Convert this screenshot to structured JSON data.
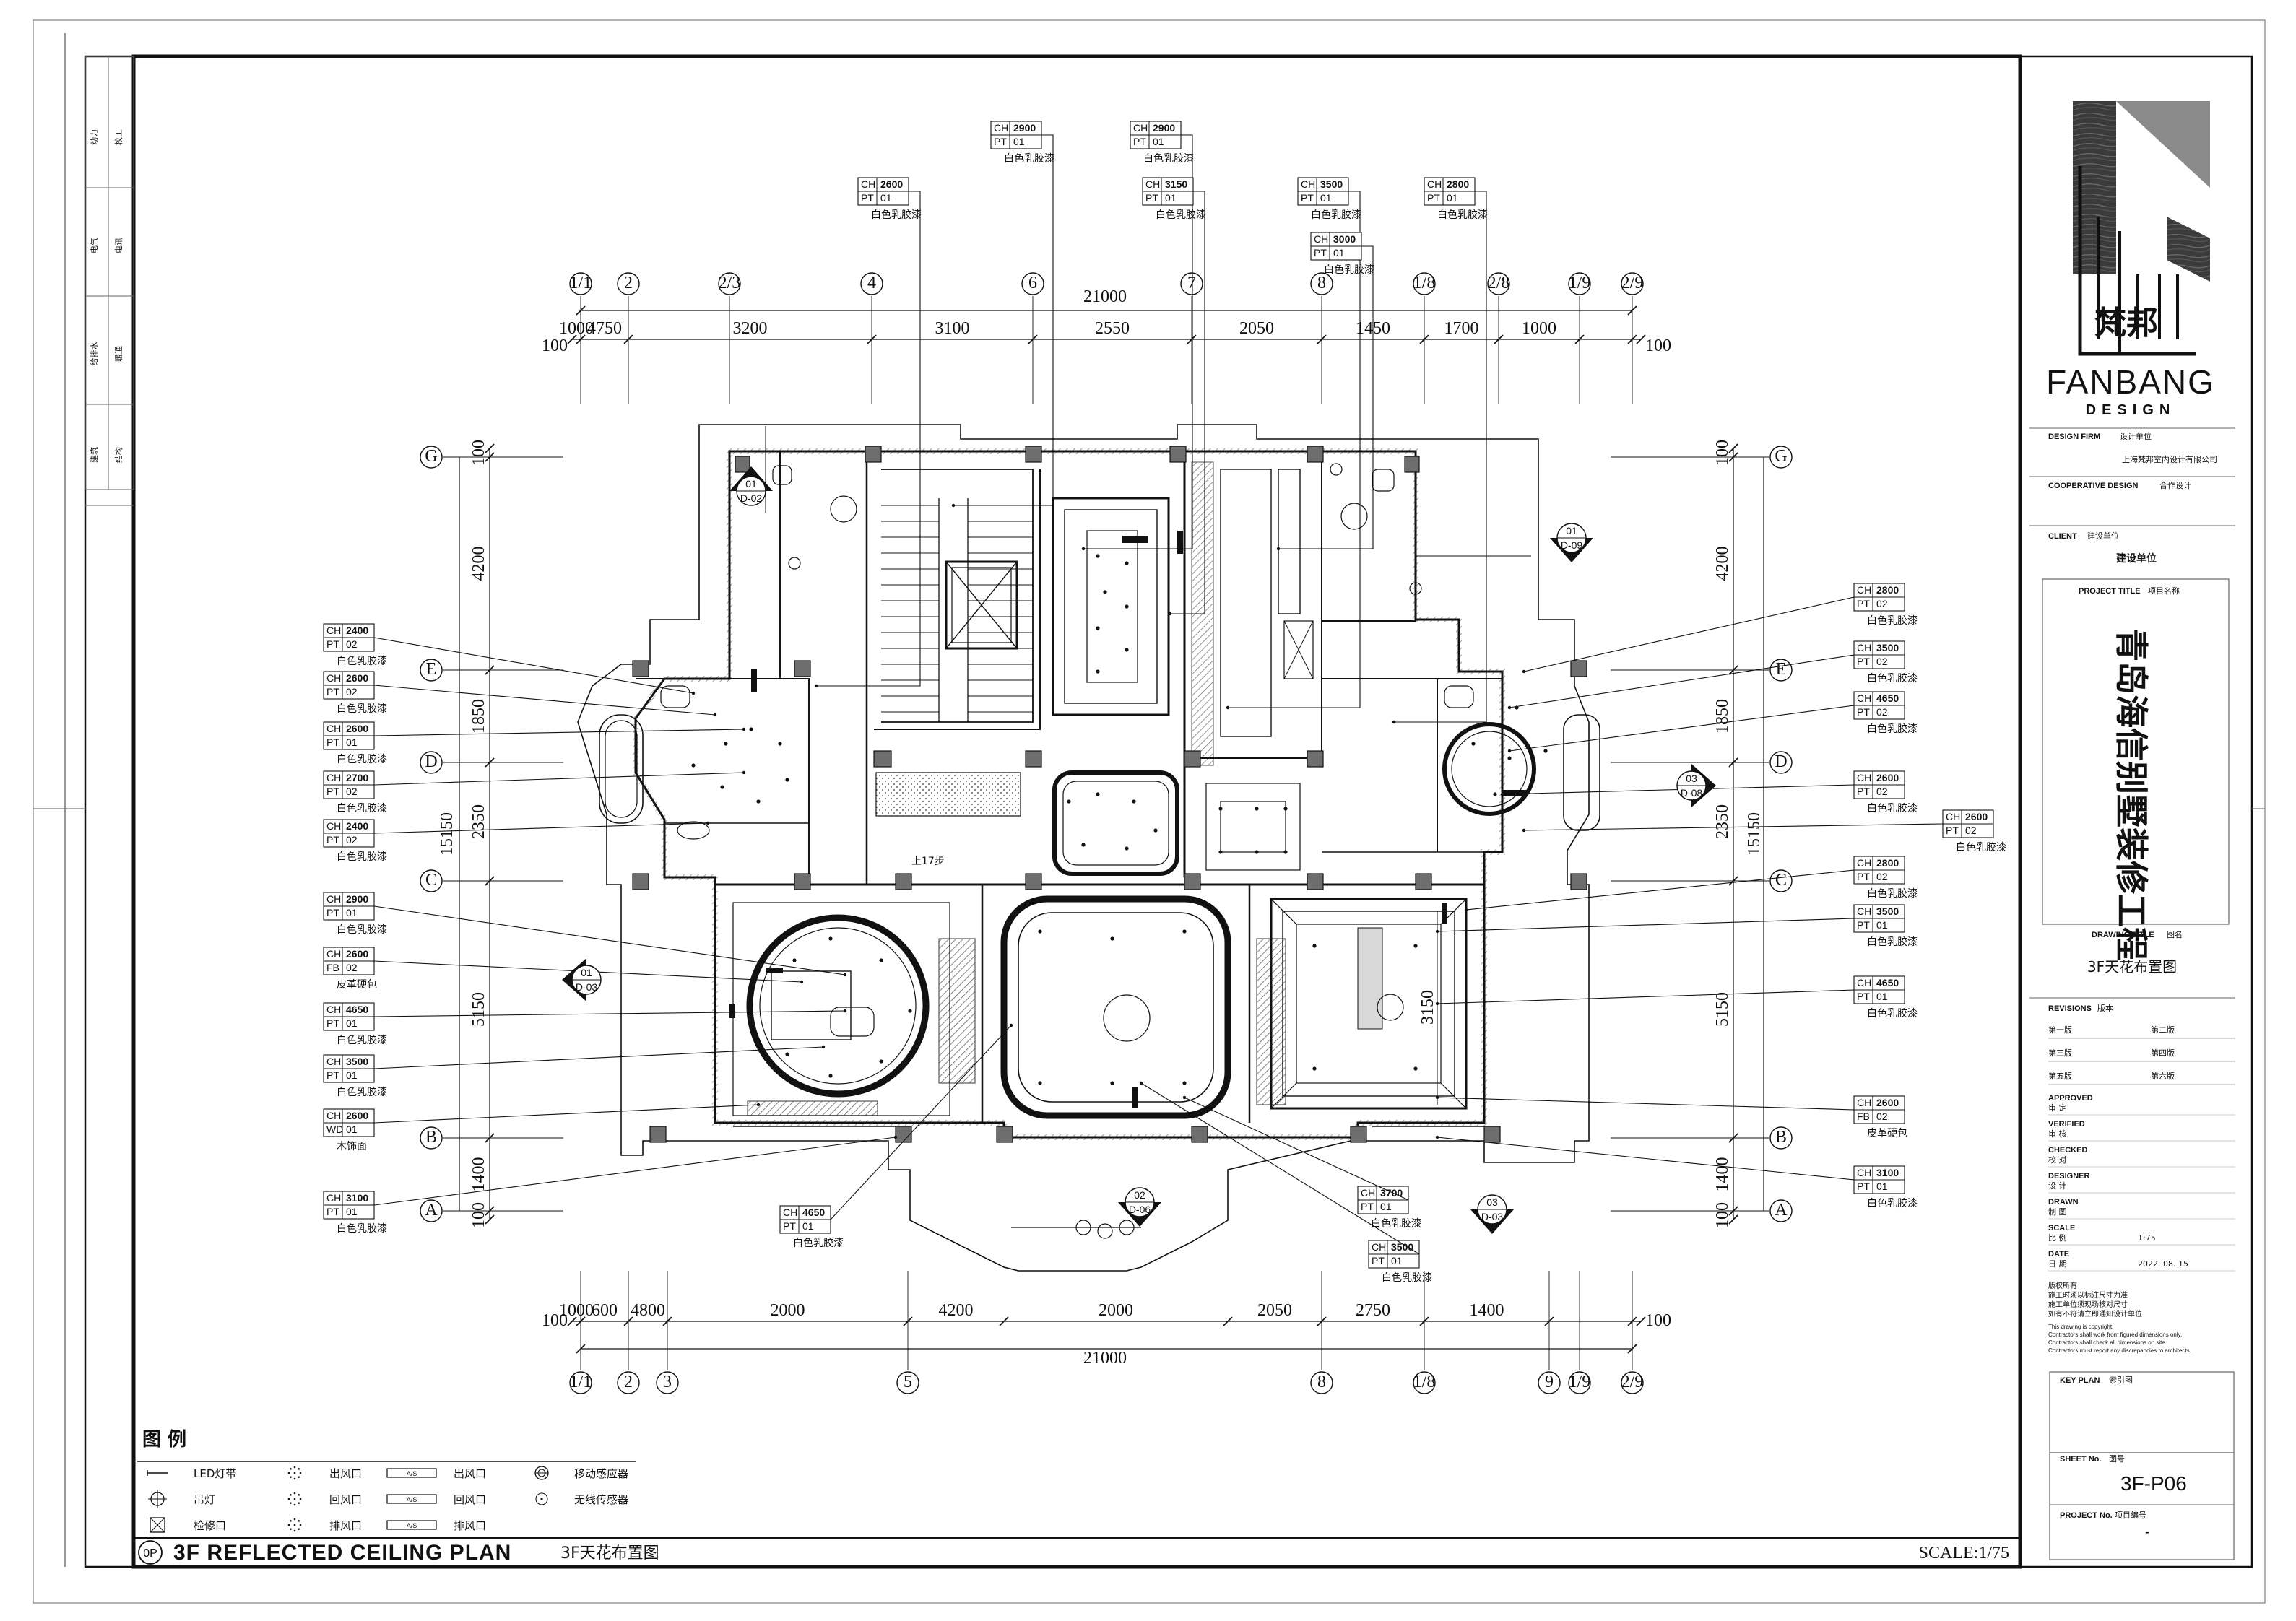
{
  "sheet": {
    "plan_title": "3F REFLECTED CEILING PLAN",
    "plan_title_cn": "3F天花布置图",
    "plan_badge": "0P",
    "scale": "SCALE:1/75"
  },
  "side_strip": [
    "动力",
    "校工",
    "电气",
    "电讯",
    "给排水",
    "暖通",
    "建筑",
    "结构"
  ],
  "title_block": {
    "brand_cn": "梵邦",
    "brand_en": "FANBANG",
    "brand_sub": "DESIGN",
    "design_firm_label": "DESIGN FIRM",
    "design_firm_label_cn": "设计单位",
    "design_firm_name": "上海梵邦室内设计有限公司",
    "cooperative_label": "COOPERATIVE DESIGN",
    "cooperative_label_cn": "合作设计",
    "client_label": "CLIENT",
    "client_label_cn": "建设单位",
    "client_value": "建设单位",
    "project_title_label": "PROJECT TITLE",
    "project_title_label_cn": "项目名称",
    "project_title": "青岛海信别墅装修工程",
    "drawing_title_label": "DRAWING TITLE",
    "drawing_title_label_cn": "图名",
    "drawing_title": "3F天花布置图",
    "revisions_label": "REVISIONS",
    "revisions_label_cn": "版本",
    "revisions": [
      "第一版",
      "第二版",
      "第三版",
      "第四版",
      "第五版",
      "第六版"
    ],
    "roles": [
      {
        "en": "APPROVED",
        "cn": "审 定",
        "value": ""
      },
      {
        "en": "VERIFIED",
        "cn": "审 核",
        "value": ""
      },
      {
        "en": "CHECKED",
        "cn": "校 对",
        "value": ""
      },
      {
        "en": "DESIGNER",
        "cn": "设 计",
        "value": ""
      },
      {
        "en": "DRAWN",
        "cn": "制 图",
        "value": ""
      },
      {
        "en": "SCALE",
        "cn": "比 例",
        "value": "1:75"
      },
      {
        "en": "DATE",
        "cn": "日 期",
        "value": "2022. 08. 15"
      }
    ],
    "notes_cn": [
      "版权所有",
      "施工时须以标注尺寸为准",
      "施工单位须现场核对尺寸",
      "如有不符请立即通知设计单位"
    ],
    "notes_en": [
      "This drawing is copyright.",
      "Contractors shall work from figured dimensions only.",
      "Contractors shall check all dimensions on site.",
      "Contractors must report any discrepancies to architects."
    ],
    "key_plan_label": "KEY PLAN",
    "key_plan_label_cn": "索引图",
    "sheet_no_label": "SHEET No.",
    "sheet_no_label_cn": "图号",
    "sheet_no": "3F-P06",
    "project_no_label": "PROJECT No.",
    "project_no_label_cn": "项目编号",
    "project_no": "-"
  },
  "grid": {
    "top_axes": [
      "1/1",
      "2",
      "2/3",
      "4",
      "6",
      "7",
      "8",
      "1/8",
      "2/8",
      "1/9",
      "2/9"
    ],
    "bottom_axes": [
      "1/1",
      "2",
      "3",
      "5",
      "8",
      "1/8",
      "9",
      "1/9",
      "2/9"
    ],
    "left_axes": [
      "G",
      "E",
      "D",
      "C",
      "B",
      "A"
    ],
    "right_axes": [
      "G",
      "E",
      "D",
      "C",
      "B",
      "A"
    ],
    "top_dims": [
      "100",
      "1000",
      "4750",
      "3200",
      "3100",
      "2550",
      "2050",
      "1450",
      "1700",
      "1000",
      "100"
    ],
    "top_total": "21000",
    "bottom_dims": [
      "100",
      "1000",
      "600",
      "4800",
      "2000",
      "4200",
      "2000",
      "2050",
      "2750",
      "1400",
      "100"
    ],
    "bottom_total": "21000",
    "left_dims": [
      "100",
      "4200",
      "1850",
      "2350",
      "5150",
      "1400",
      "100"
    ],
    "left_total": "15150",
    "right_dims": [
      "100",
      "4200",
      "1850",
      "2350",
      "5150",
      "1400",
      "100"
    ],
    "right_total": "15150",
    "inner_dim": "3150"
  },
  "ch_tags": [
    {
      "ch": "2900",
      "code": "PT",
      "num": "01",
      "note": "白色乳胶漆"
    },
    {
      "ch": "2900",
      "code": "PT",
      "num": "01",
      "note": "白色乳胶漆"
    },
    {
      "ch": "2600",
      "code": "PT",
      "num": "01",
      "note": "白色乳胶漆"
    },
    {
      "ch": "3150",
      "code": "PT",
      "num": "01",
      "note": "白色乳胶漆"
    },
    {
      "ch": "3500",
      "code": "PT",
      "num": "01",
      "note": "白色乳胶漆"
    },
    {
      "ch": "2800",
      "code": "PT",
      "num": "01",
      "note": "白色乳胶漆"
    },
    {
      "ch": "3000",
      "code": "PT",
      "num": "01",
      "note": "白色乳胶漆"
    },
    {
      "ch": "2400",
      "code": "PT",
      "num": "02",
      "note": "白色乳胶漆"
    },
    {
      "ch": "2600",
      "code": "PT",
      "num": "02",
      "note": "白色乳胶漆"
    },
    {
      "ch": "2600",
      "code": "PT",
      "num": "01",
      "note": "白色乳胶漆"
    },
    {
      "ch": "2700",
      "code": "PT",
      "num": "02",
      "note": "白色乳胶漆"
    },
    {
      "ch": "2400",
      "code": "PT",
      "num": "02",
      "note": "白色乳胶漆"
    },
    {
      "ch": "2900",
      "code": "PT",
      "num": "01",
      "note": "白色乳胶漆"
    },
    {
      "ch": "2600",
      "code": "FB",
      "num": "02",
      "note": "皮革硬包"
    },
    {
      "ch": "4650",
      "code": "PT",
      "num": "01",
      "note": "白色乳胶漆"
    },
    {
      "ch": "3500",
      "code": "PT",
      "num": "01",
      "note": "白色乳胶漆"
    },
    {
      "ch": "2600",
      "code": "WD",
      "num": "01",
      "note": "木饰面"
    },
    {
      "ch": "3100",
      "code": "PT",
      "num": "01",
      "note": "白色乳胶漆"
    },
    {
      "ch": "4650",
      "code": "PT",
      "num": "01",
      "note": "白色乳胶漆"
    },
    {
      "ch": "3700",
      "code": "PT",
      "num": "01",
      "note": "白色乳胶漆"
    },
    {
      "ch": "3500",
      "code": "PT",
      "num": "01",
      "note": "白色乳胶漆"
    },
    {
      "ch": "2800",
      "code": "PT",
      "num": "02",
      "note": "白色乳胶漆"
    },
    {
      "ch": "3500",
      "code": "PT",
      "num": "02",
      "note": "白色乳胶漆"
    },
    {
      "ch": "4650",
      "code": "PT",
      "num": "02",
      "note": "白色乳胶漆"
    },
    {
      "ch": "2600",
      "code": "PT",
      "num": "02",
      "note": "白色乳胶漆"
    },
    {
      "ch": "2600",
      "code": "PT",
      "num": "02",
      "note": "白色乳胶漆"
    },
    {
      "ch": "2800",
      "code": "PT",
      "num": "02",
      "note": "白色乳胶漆"
    },
    {
      "ch": "3500",
      "code": "PT",
      "num": "01",
      "note": "白色乳胶漆"
    },
    {
      "ch": "4650",
      "code": "PT",
      "num": "01",
      "note": "白色乳胶漆"
    },
    {
      "ch": "2600",
      "code": "FB",
      "num": "02",
      "note": "皮革硬包"
    },
    {
      "ch": "3100",
      "code": "PT",
      "num": "01",
      "note": "白色乳胶漆"
    }
  ],
  "section_markers": [
    {
      "num": "01",
      "ref": "D-02"
    },
    {
      "num": "01",
      "ref": "D-09"
    },
    {
      "num": "01",
      "ref": "D-03"
    },
    {
      "num": "03",
      "ref": "D-08"
    },
    {
      "num": "02",
      "ref": "D-06"
    },
    {
      "num": "03",
      "ref": "D-03"
    }
  ],
  "room_notes": [
    "上17步"
  ],
  "legend": {
    "title": "图 例",
    "items": [
      {
        "label": "LED灯带",
        "icon": "led-strip-icon"
      },
      {
        "label": "吊灯",
        "icon": "pendant-light-icon"
      },
      {
        "label": "检修口",
        "icon": "access-panel-icon"
      },
      {
        "label": "出风口",
        "icon": "supply-diffuser-icon"
      },
      {
        "label": "回风口",
        "icon": "return-diffuser-icon"
      },
      {
        "label": "排风口",
        "icon": "exhaust-diffuser-icon"
      },
      {
        "label": "出风口",
        "icon": "linear-supply-grille-icon"
      },
      {
        "label": "回风口",
        "icon": "linear-return-grille-icon"
      },
      {
        "label": "排风口",
        "icon": "linear-exhaust-grille-icon"
      },
      {
        "label": "移动感应器",
        "icon": "motion-sensor-icon"
      },
      {
        "label": "无线传感器",
        "icon": "wireless-sensor-icon"
      }
    ],
    "grille_code": "A/S"
  }
}
